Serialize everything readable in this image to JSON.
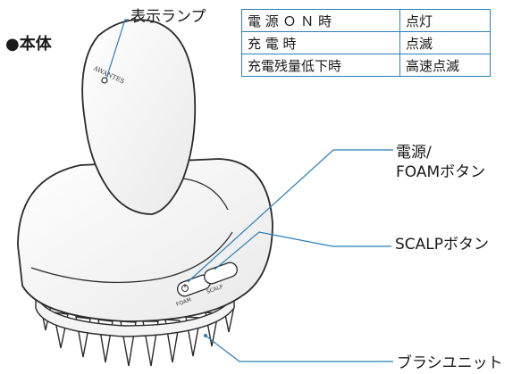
{
  "body_label": "●本体",
  "callouts": {
    "lamp": "表示ランプ",
    "power_line1": "電源/",
    "power_line2": "FOAMボタン",
    "scalp": "SCALPボタン",
    "brush": "ブラシユニット"
  },
  "status_table": {
    "rows": [
      {
        "condition": "電 源 Ｏ Ｎ 時",
        "state": "点灯"
      },
      {
        "condition": "充 電 時",
        "state": "点滅"
      },
      {
        "condition": "充電残量低下時",
        "state": "高速点滅"
      }
    ]
  },
  "device": {
    "logo_text": "AWANTES",
    "button_labels": [
      "FOAM",
      "SCALP"
    ]
  },
  "colors": {
    "leader_line": "#2a7fb8",
    "outline": "#2b2b2b",
    "table_border": "#2a7fb8"
  }
}
